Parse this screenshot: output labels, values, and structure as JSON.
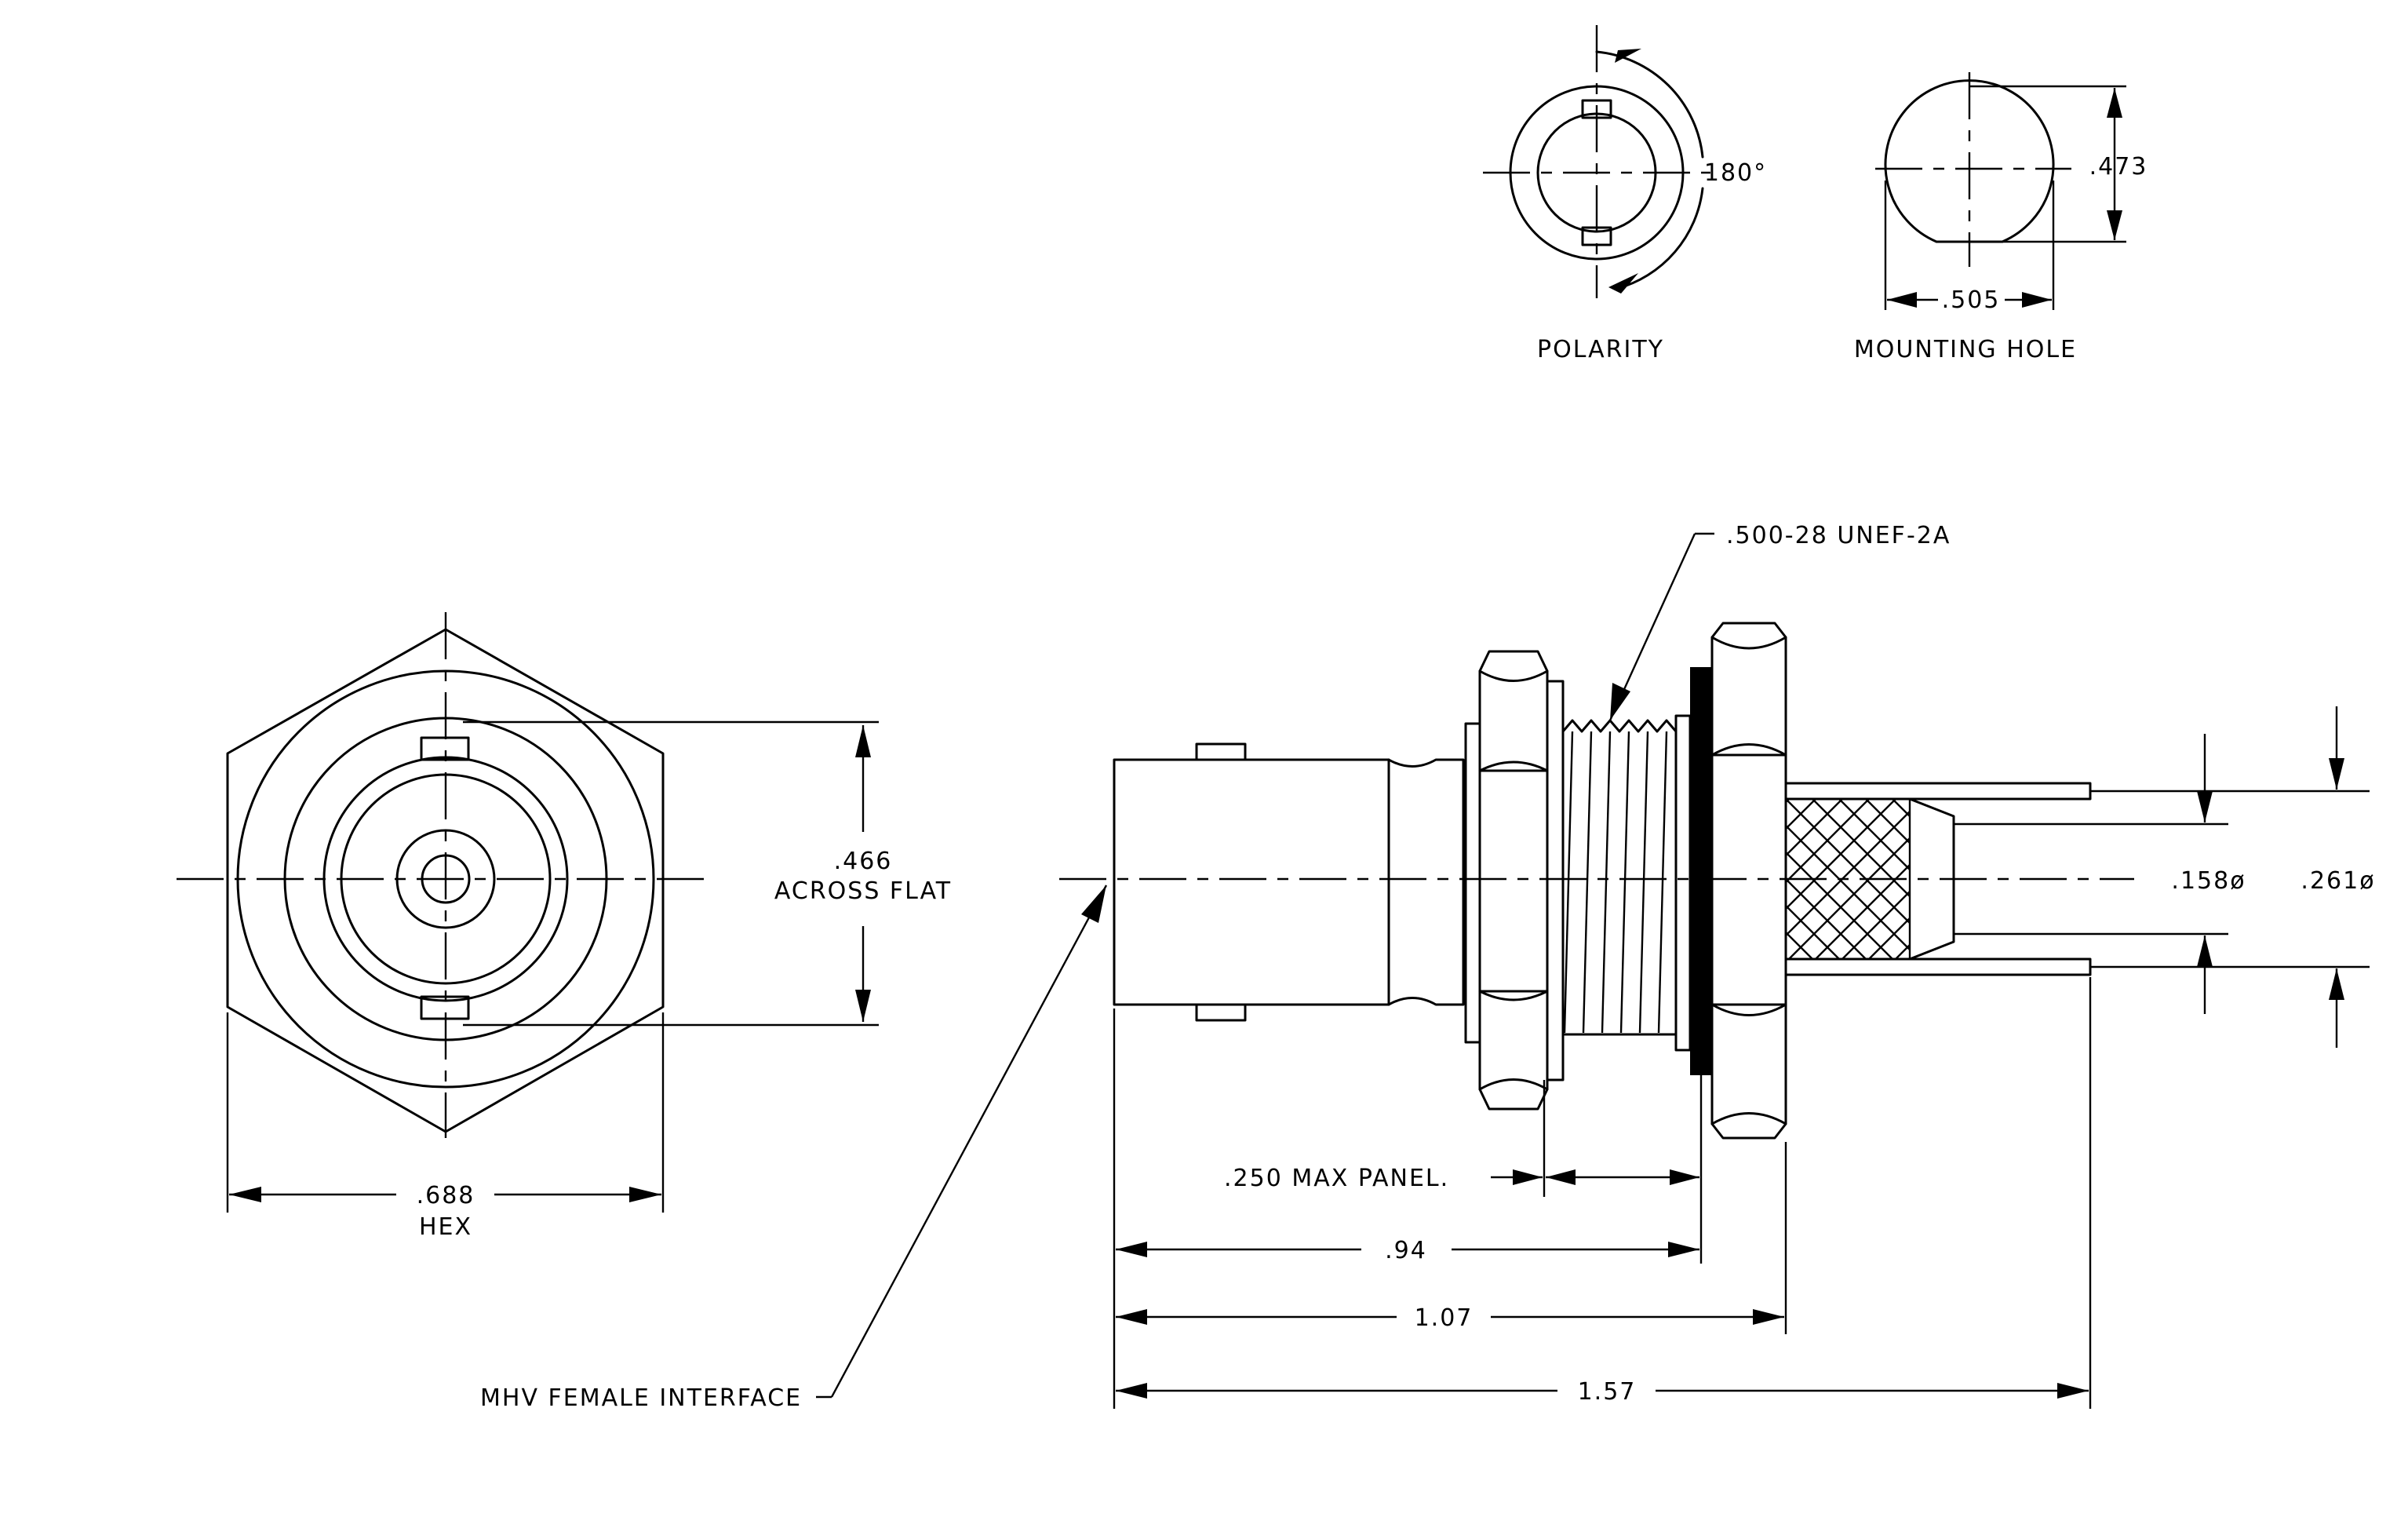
{
  "labels": {
    "polarity": "POLARITY",
    "mounting_hole": "MOUNTING HOLE",
    "rotation": "180°",
    "hole_height": ".473",
    "hole_width": ".505",
    "thread": ".500-28 UNEF-2A",
    "across_flat_value": ".466",
    "across_flat_text": "ACROSS FLAT",
    "hex_value": ".688",
    "hex_text": "HEX",
    "panel": ".250 MAX PANEL.",
    "dim_094": ".94",
    "dim_107": "1.07",
    "dim_157": "1.57",
    "dia_158": ".158ø",
    "dia_261": ".261ø",
    "interface": "MHV FEMALE INTERFACE"
  }
}
